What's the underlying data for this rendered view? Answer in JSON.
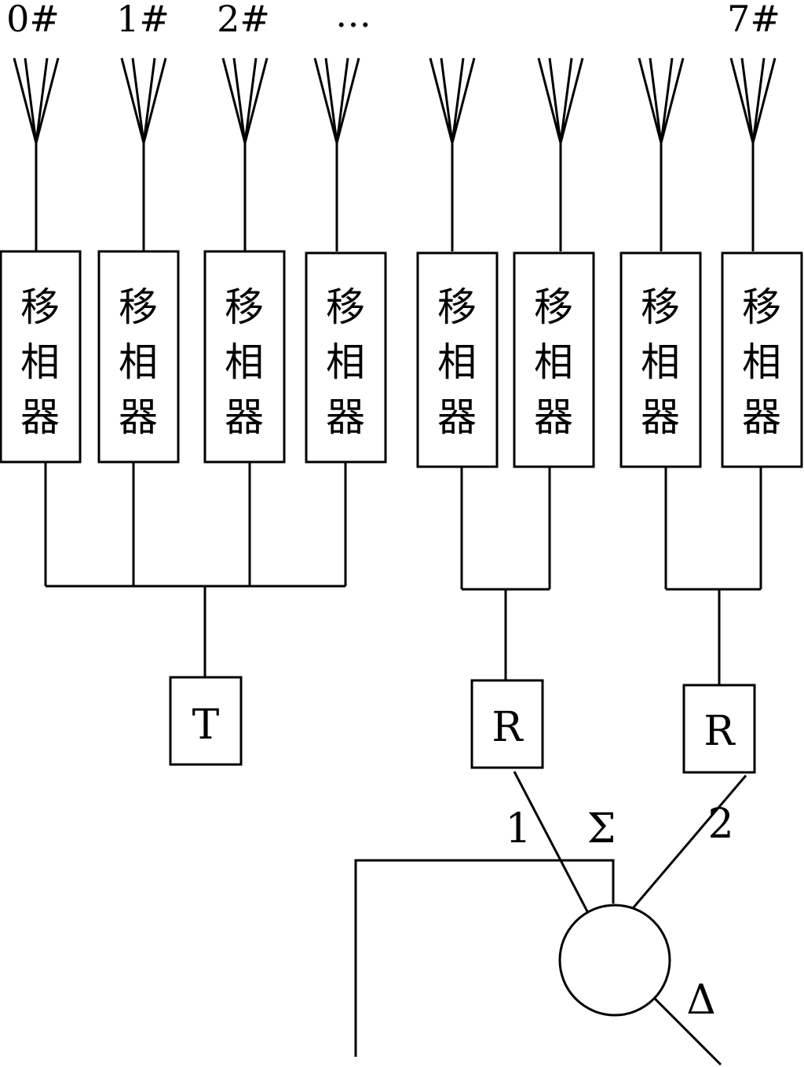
{
  "element_labels": [
    "0#",
    "1#",
    "2#",
    "…",
    "7#"
  ],
  "phase_shifter_chars": [
    "移",
    "相",
    "器"
  ],
  "transmitter_label": "T",
  "receiver_labels": [
    "R",
    "R"
  ],
  "port_labels": [
    "1",
    "2"
  ],
  "sum_label": "Σ",
  "diff_label": "Δ"
}
